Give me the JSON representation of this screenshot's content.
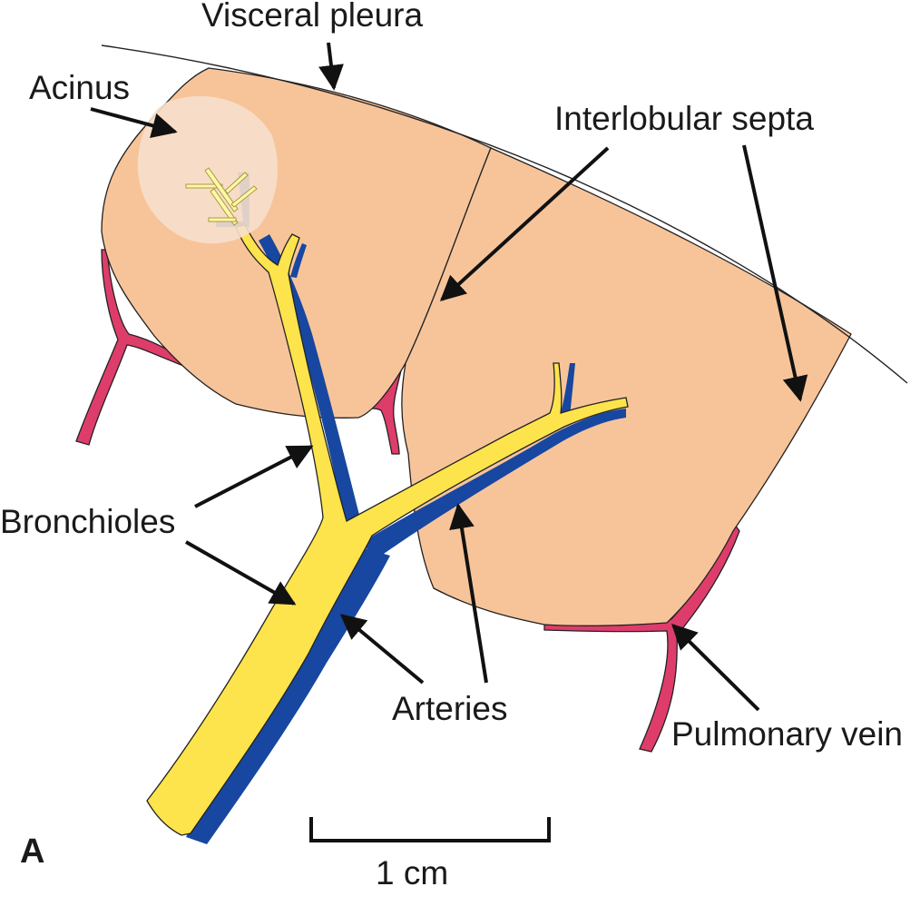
{
  "labels": {
    "visceral_pleura": "Visceral pleura",
    "acinus": "Acinus",
    "interlobular_septa": "Interlobular septa",
    "bronchioles": "Bronchioles",
    "arteries": "Arteries",
    "pulmonary_vein": "Pulmonary vein",
    "scale_bar": "1 cm",
    "panel_letter": "A"
  },
  "colors": {
    "lobule": "#f7c49a",
    "acinus": "#f6e0cc",
    "bronchiole": "#fde44c",
    "artery": "#1747a0",
    "vein": "#de3d6b",
    "text": "#1a1a1a"
  }
}
